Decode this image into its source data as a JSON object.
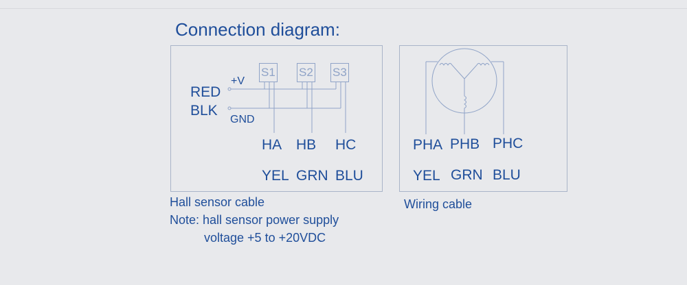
{
  "title": "Connection diagram:",
  "hall_panel": {
    "sensors": [
      "S1",
      "S2",
      "S3"
    ],
    "wires": [
      {
        "label": "RED",
        "signal": "+V"
      },
      {
        "label": "BLK",
        "signal": "GND"
      }
    ],
    "outputs": [
      "HA",
      "HB",
      "HC"
    ],
    "output_colors": [
      "YEL",
      "GRN",
      "BLU"
    ],
    "caption": "Hall sensor cable",
    "note_line1": "Note: hall sensor power supply",
    "note_line2": "voltage +5 to +20VDC"
  },
  "motor_panel": {
    "phases": [
      "PHA",
      "PHB",
      "PHC"
    ],
    "phase_colors": [
      "YEL",
      "GRN",
      "BLU"
    ],
    "caption": "Wiring cable"
  },
  "colors": {
    "text": "#1f4e9a",
    "line": "#8fa3c7",
    "panel_border": "#a9b4c8",
    "background": "#e8e9ec"
  }
}
